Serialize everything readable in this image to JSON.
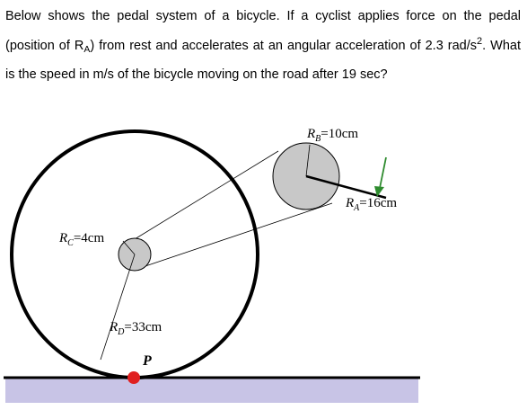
{
  "question": {
    "part1": "Below shows the pedal system of a bicycle. If a cyclist applies force on the pedal (position of R",
    "sub_a": "A",
    "part2": ") from rest and accelerates at an angular acceleration of 2.3 rad/s",
    "sup_2": "2",
    "part3": ". What is the speed in m/s of the bicycle moving on the road after 19 sec?"
  },
  "figure": {
    "labels": {
      "rb_main": "R",
      "rb_sub": "B",
      "rb_value": "=10cm",
      "ra_main": "R",
      "ra_sub": "A",
      "ra_value": "=16cm",
      "rc_main": "R",
      "rc_sub": "C",
      "rc_value": "=4cm",
      "rd_main": "R",
      "rd_sub": "D",
      "rd_value": "=33cm",
      "point_p": "P"
    },
    "colors": {
      "wheel": "#000000",
      "gear": "#c8c8c8",
      "road": "#c8c4e6",
      "force_arrow": "#2e8b2e",
      "contact_point": "#e02020"
    }
  }
}
